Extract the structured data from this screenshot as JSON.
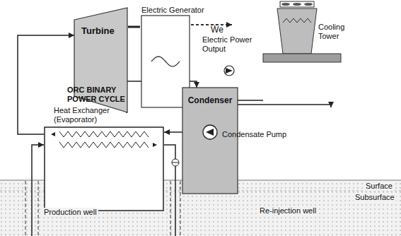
{
  "diagram": {
    "nodes": [
      {
        "text": [
          "Turbine"
        ]
      },
      {
        "text": [
          "Electric Generator"
        ]
      },
      {
        "text": [
          "Cooling Tower"
        ]
      },
      {
        "text": [
          "Condenser"
        ]
      },
      {
        "text": [
          "Heat Exchanger (Evaporator)"
        ]
      },
      {
        "text": [
          "Condensate Pump"
        ]
      }
    ],
    "edges": [
      {
        "from": 0,
        "to": 3,
        "arrow": "to"
      },
      {
        "from": 0,
        "to": 1,
        "arrow": "none"
      },
      {
        "from": 2,
        "to": 3,
        "arrow": "to"
      },
      {
        "from": 3,
        "to": 2,
        "arrow": "to"
      },
      {
        "from": 3,
        "to": 5,
        "arrow": "to"
      },
      {
        "from": 5,
        "to": 4,
        "arrow": "to"
      },
      {
        "from": 4,
        "to": 0,
        "arrow": "to"
      }
    ],
    "labels": [
      "Ẇe",
      "Electric Power Output",
      "ORC BINARY POWER CYCLE",
      "Surface",
      "Subsurface",
      "Production well",
      "Re-injection well"
    ]
  }
}
